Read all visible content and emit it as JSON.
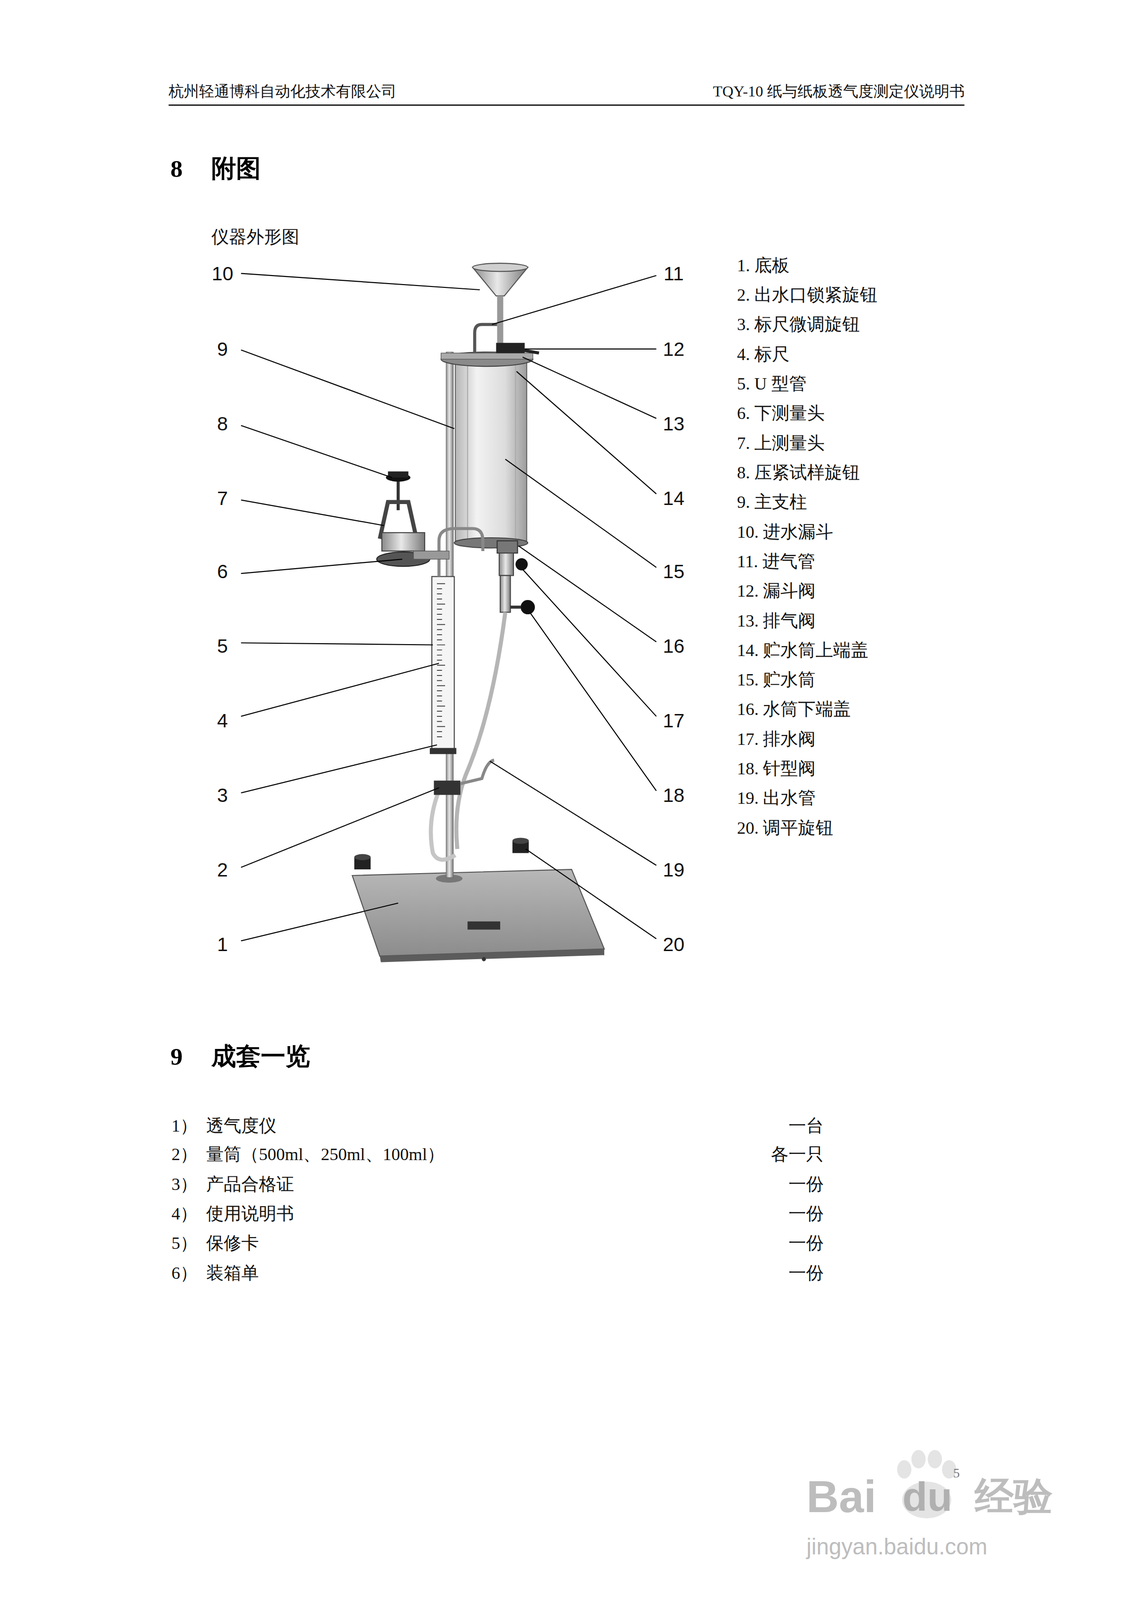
{
  "diagram": {
    "labels": [
      "杭州轻通博科自动化技术有限公司",
      "TQY-10 纸与纸板透气度测定仪说明书",
      "8",
      "附图",
      "仪器外形图",
      "10",
      "9",
      "8",
      "7",
      "6",
      "5",
      "4",
      "3",
      "2",
      "1",
      "11",
      "12",
      "13",
      "14",
      "15",
      "16",
      "17",
      "18",
      "19",
      "20",
      "1. 底板",
      "2. 出水口锁紧旋钮",
      "3. 标尺微调旋钮",
      "4. 标尺",
      "5. U 型管",
      "6. 下测量头",
      "7. 上测量头",
      "8. 压紧试样旋钮",
      "9. 主支柱",
      "10. 进水漏斗",
      "11. 进气管",
      "12. 漏斗阀",
      "13. 排气阀",
      "14. 贮水筒上端盖",
      "15. 贮水筒",
      "16. 水筒下端盖",
      "17. 排水阀",
      "18. 针型阀",
      "19. 出水管",
      "20. 调平旋钮",
      "9",
      "成套一览",
      "1）",
      "透气度仪",
      "一台",
      "2）",
      "量筒（500ml、250ml、100ml）",
      "各一只",
      "3）",
      "产品合格证",
      "一份",
      "4）",
      "使用说明书",
      "一份",
      "5）",
      "保修卡",
      "一份",
      "6）",
      "装箱单",
      "一份",
      "5",
      "Bai",
      "du",
      "经验",
      "jingyan.baidu.com"
    ]
  }
}
